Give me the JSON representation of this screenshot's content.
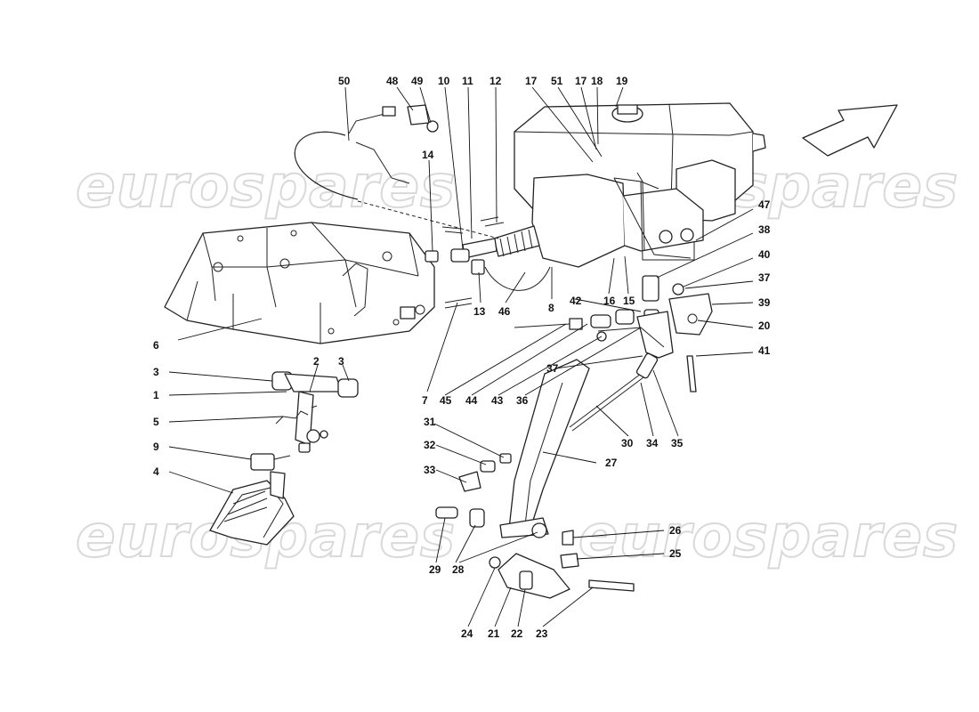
{
  "watermark": {
    "text": "eurospares"
  },
  "callouts": [
    "50",
    "48",
    "49",
    "10",
    "11",
    "12",
    "17",
    "51",
    "17",
    "18",
    "19",
    "14",
    "47",
    "38",
    "40",
    "37",
    "39",
    "20",
    "41",
    "42",
    "16",
    "15",
    "8",
    "46",
    "13",
    "6",
    "7",
    "45",
    "44",
    "43",
    "36",
    "37",
    "30",
    "34",
    "35",
    "31",
    "27",
    "32",
    "33",
    "3",
    "2",
    "3",
    "1",
    "5",
    "9",
    "4",
    "29",
    "28",
    "26",
    "25",
    "24",
    "21",
    "22",
    "23"
  ],
  "colors": {
    "ink": "#222222",
    "watermark": "#d9d9d9",
    "background": "#ffffff"
  }
}
